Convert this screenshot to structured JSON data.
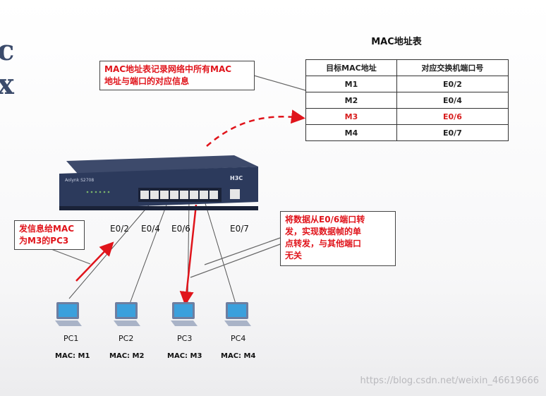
{
  "table": {
    "title": "MAC地址表",
    "headers": [
      "目标MAC地址",
      "对应交换机端口号"
    ],
    "rows": [
      {
        "mac": "M1",
        "port": "E0/2"
      },
      {
        "mac": "M2",
        "port": "E0/4"
      },
      {
        "mac": "M3",
        "port": "E0/6"
      },
      {
        "mac": "M4",
        "port": "E0/7"
      }
    ]
  },
  "callouts": {
    "mac_table": [
      "MAC地址表记录网络中所有MAC",
      "地址与端口的对应信息"
    ],
    "send": [
      "发信息给MAC",
      "为M3的PC3"
    ],
    "forward": [
      "将数据从E0/6端口转",
      "发，实现数据帧的单",
      "点转发，与其他端口",
      "无关"
    ]
  },
  "switch": {
    "model": "Aolynk S2708",
    "brand": "H3C"
  },
  "ports": [
    "E0/2",
    "E0/4",
    "E0/6",
    "E0/7"
  ],
  "pcs": [
    {
      "name": "PC1",
      "mac": "MAC: M1"
    },
    {
      "name": "PC2",
      "mac": "MAC: M2"
    },
    {
      "name": "PC3",
      "mac": "MAC: M3"
    },
    {
      "name": "PC4",
      "mac": "MAC: M4"
    }
  ],
  "watermark": "https://blog.csdn.net/weixin_46619666",
  "colors": {
    "accent_red": "#e0141b",
    "switch_body": "#2c3a5c",
    "cable": "#555555"
  }
}
